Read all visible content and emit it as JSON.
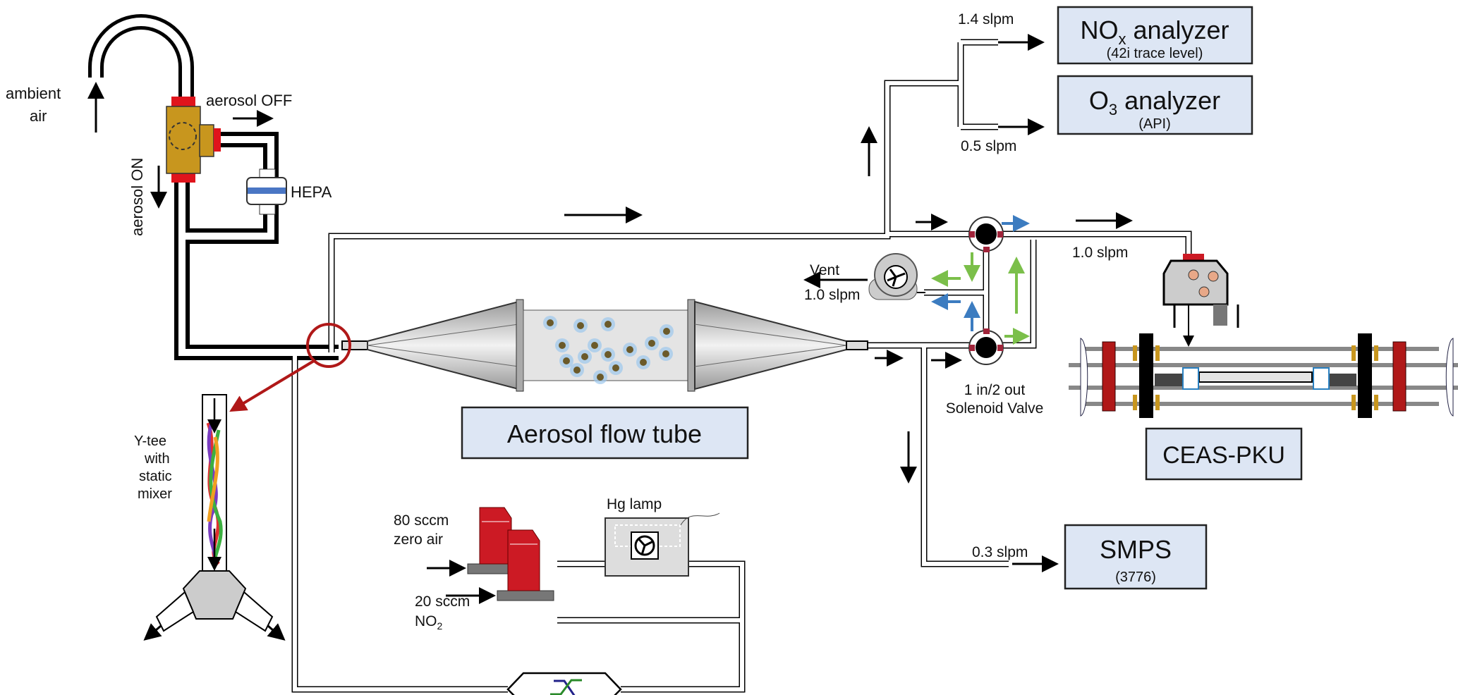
{
  "labels": {
    "ambient_air_1": "ambient",
    "ambient_air_2": "air",
    "aerosol_off": "aerosol OFF",
    "aerosol_on": "aerosol ON",
    "hepa": "HEPA",
    "ytee_1": "Y-tee",
    "ytee_2": "with",
    "ytee_3": "static",
    "ytee_4": "mixer",
    "flow_tube": "Aerosol flow tube",
    "zero_air_1": "80 sccm",
    "zero_air_2": "zero air",
    "no2_1": "20 sccm",
    "no2_2": "NO",
    "no2_sub": "2",
    "hg_lamp": "Hg lamp",
    "vent": "Vent",
    "vent_flow": "1.0 slpm",
    "valve_1": "1 in/2 out",
    "valve_2": "Solenoid Valve",
    "ceas_flow": "1.0 slpm",
    "ceas": "CEAS-PKU",
    "nox_flow": "1.4 slpm",
    "o3_flow": "0.5 slpm",
    "smps_flow": "0.3 slpm"
  },
  "instruments": {
    "nox": {
      "name_main": "NO",
      "name_sub": "x",
      "name_rest": " analyzer",
      "model": "(42i trace level)"
    },
    "o3": {
      "name_main": "O",
      "name_sub": "3",
      "name_rest": " analyzer",
      "model": "(API)"
    },
    "smps": {
      "name": "SMPS",
      "model": "(3776)"
    }
  },
  "colors": {
    "label_box": "#dde6f4",
    "fitting_red": "#e0141c",
    "valve_gold": "#c8961e",
    "hepa_blue": "#4a76c4",
    "flow_green": "#7bbf4a",
    "flow_blue": "#3c7cc0",
    "mfc_red": "#cc1a24",
    "callout_red": "#b01818"
  }
}
